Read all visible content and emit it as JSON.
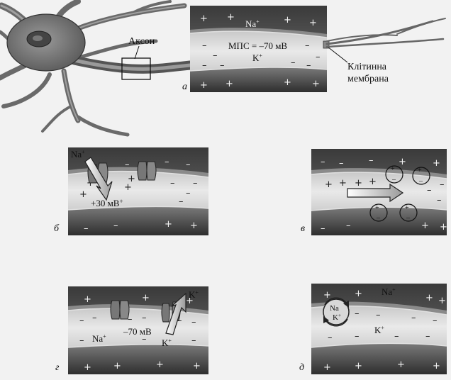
{
  "figure": {
    "panel_a": {
      "letter": "а",
      "axon_label": "Аксон",
      "membrane_label_1": "Клітинна",
      "membrane_label_2": "мембрана",
      "na": "Na",
      "na_sup": "+",
      "k": "K",
      "k_sup": "+",
      "mps": "МПС = –70 мВ"
    },
    "panel_b": {
      "letter": "б",
      "na": "Na",
      "na_sup": "+",
      "voltage": "+30 мВ",
      "voltage_sup": "+"
    },
    "panel_v": {
      "letter": "в"
    },
    "panel_g": {
      "letter": "г",
      "k_top": "K",
      "k_top_sup": "+",
      "k_bottom": "K",
      "k_bottom_sup": "+",
      "na": "Na",
      "na_sup": "+",
      "voltage": "–70 мВ"
    },
    "panel_d": {
      "letter": "д",
      "na_top": "Na",
      "na_top_sup": "+",
      "pump_na": "Na",
      "pump_k": "K",
      "pump_k_sup": "+",
      "k": "K",
      "k_sup": "+"
    }
  }
}
